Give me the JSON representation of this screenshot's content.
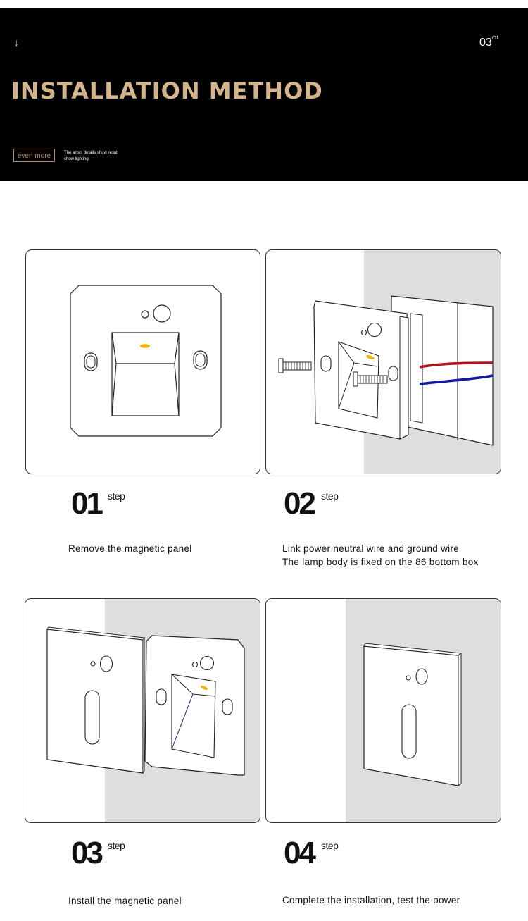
{
  "header": {
    "arrow_icon": "↓",
    "page_number": "03",
    "page_sup": "/01",
    "title": "INSTALLATION METHOD",
    "more_button": "even more",
    "tagline_line1": "The arts's details show result",
    "tagline_line2": "show lighting",
    "accent_color": "#d4b48a"
  },
  "steps": [
    {
      "number": "01",
      "word": "step",
      "lines": [
        "Remove the magnetic panel"
      ]
    },
    {
      "number": "02",
      "word": "step",
      "lines": [
        "Link power neutral wire and ground wire",
        "The lamp body is fixed on the 86 bottom box"
      ]
    },
    {
      "number": "03",
      "word": "step",
      "lines": [
        "Install the magnetic panel"
      ]
    },
    {
      "number": "04",
      "word": "step",
      "lines": [
        "Complete the installation, test the power"
      ]
    }
  ],
  "colors": {
    "wire_red": "#b0121c",
    "wire_blue": "#101a9e",
    "led_yellow": "#f2b400",
    "wall_gray": "#dedede"
  }
}
